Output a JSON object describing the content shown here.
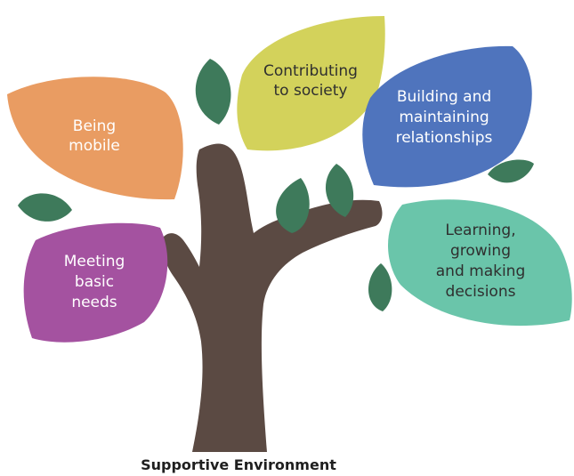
{
  "colors": {
    "trunk": "#5b4a43",
    "small_leaf": "#3e7a5b",
    "orange": "#e99c62",
    "yellow": "#d3d25b",
    "blue": "#4f74bd",
    "purple": "#a452a0",
    "teal": "#6ac5aa"
  },
  "leaves": {
    "being_mobile": [
      "Being",
      "mobile"
    ],
    "contributing": [
      "Contributing",
      "to society"
    ],
    "relationships": [
      "Building and",
      "maintaining",
      "relationships"
    ],
    "basic_needs": [
      "Meeting",
      "basic",
      "needs"
    ],
    "learning": [
      "Learning,",
      "growing",
      "and making",
      "decisions"
    ]
  },
  "caption": "Supportive Environment"
}
